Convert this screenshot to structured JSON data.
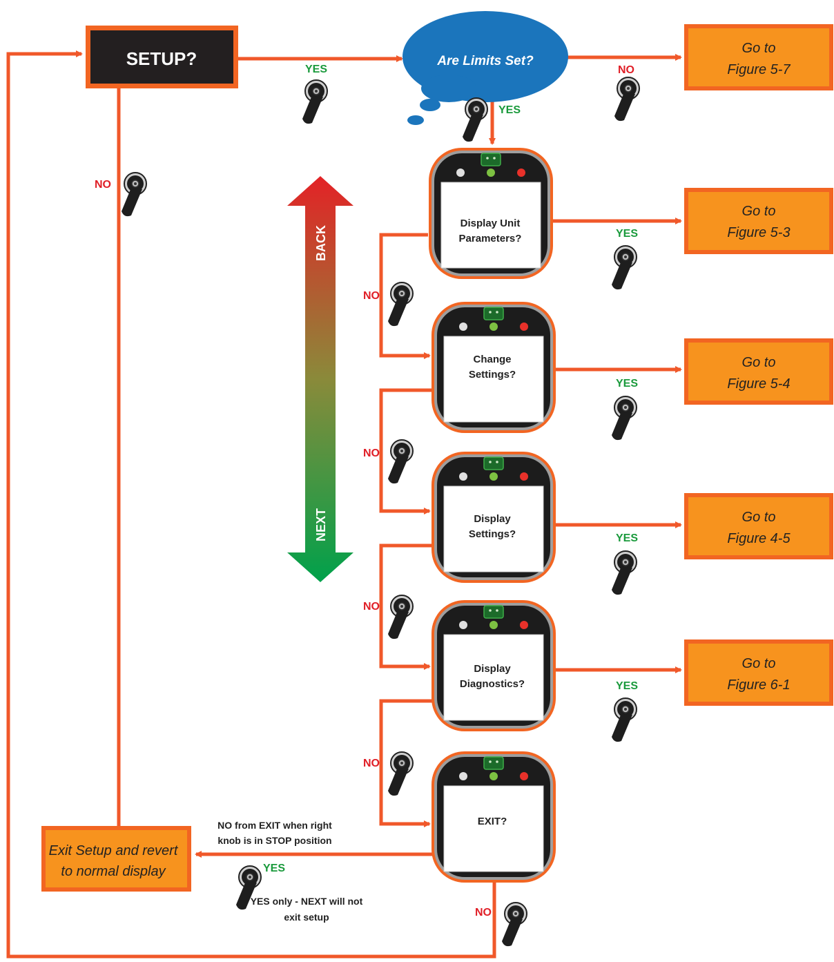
{
  "setup": {
    "label": "SETUP?"
  },
  "limits": {
    "label": "Are Limits Set?"
  },
  "scroll_arrow": {
    "back": "BACK",
    "next": "NEXT"
  },
  "goto_boxes": [
    {
      "line1": "Go to",
      "line2": "Figure 5-7"
    },
    {
      "line1": "Go to",
      "line2": "Figure 5-3"
    },
    {
      "line1": "Go to",
      "line2": "Figure 5-4"
    },
    {
      "line1": "Go to",
      "line2": "Figure 4-5"
    },
    {
      "line1": "Go to",
      "line2": "Figure 6-1"
    }
  ],
  "panels": [
    {
      "line1": "Display Unit",
      "line2": "Parameters?"
    },
    {
      "line1": "Change",
      "line2": "Settings?"
    },
    {
      "line1": "Display",
      "line2": "Settings?"
    },
    {
      "line1": "Display",
      "line2": "Diagnostics?"
    },
    {
      "line1": "EXIT?",
      "line2": ""
    }
  ],
  "exit_box": {
    "line1": "Exit Setup and revert",
    "line2": "to normal display"
  },
  "notes": {
    "no_exit_line1": "NO from EXIT when right",
    "no_exit_line2": "knob is in STOP position",
    "yes_only_line1": "YES only - NEXT will not",
    "yes_only_line2": "exit setup"
  },
  "labels": {
    "yes": "YES",
    "no": "NO"
  },
  "colors": {
    "flow_line": "#f0582a",
    "goto_fill": "#f7931e",
    "setup_fill": "#231f20",
    "cloud_fill": "#1b75bc",
    "yes_text": "#1a9a3c",
    "no_text": "#e01e26",
    "arrow_top": "#e32226",
    "arrow_bottom": "#00a14b"
  }
}
